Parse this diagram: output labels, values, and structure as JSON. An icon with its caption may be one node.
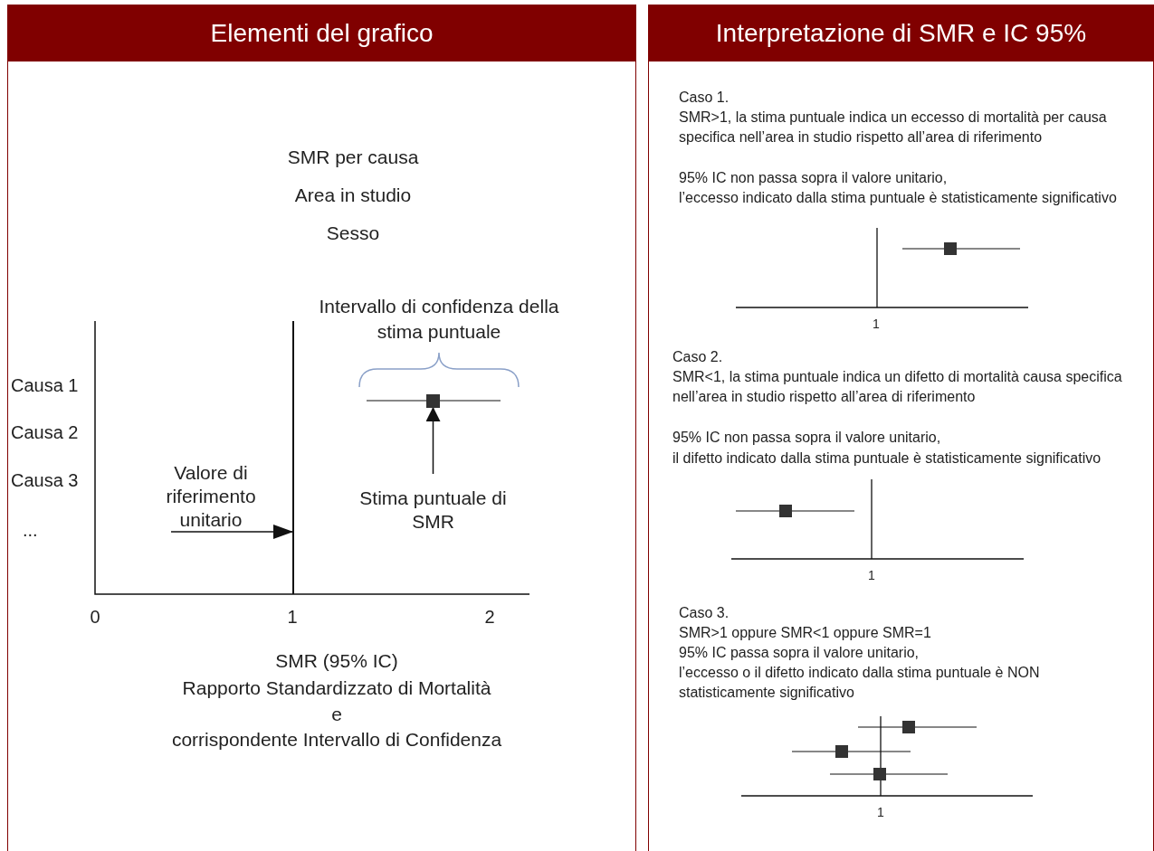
{
  "diagram": {
    "nodes": [
      {
        "text": [
          "Elementi del grafico"
        ]
      },
      {
        "text": [
          "Interpretazione di SMR e IC 95%"
        ]
      },
      {
        "text": [
          "Valore di riferimento unitario"
        ],
        "in": 0
      },
      {
        "text": [
          "Stima puntuale di SMR"
        ],
        "in": 0
      },
      {
        "text": [],
        "shape": "box",
        "in": 0
      },
      {
        "text": [],
        "shape": "line",
        "in": 0
      }
    ],
    "edges": [
      {
        "from": 2,
        "to": 5,
        "arrow": "to"
      },
      {
        "from": 3,
        "to": 4,
        "arrow": "to"
      }
    ],
    "labels": [
      "SMR per causa",
      "Area in studio",
      "Sesso",
      "Intervallo di confidenza della stima puntuale",
      "Causa 1",
      "Causa 2",
      "Causa 3",
      "...",
      "0",
      "1",
      "2",
      "SMR (95% IC)",
      "Rapporto Standardizzato di Mortalità",
      "e",
      "corrispondente Intervallo di Confidenza",
      "Caso 1.",
      "SMR>1, la stima puntuale indica un eccesso di mortalità per causa specifica nell’area in studio rispetto all’area di riferimento",
      "95% IC non passa sopra il valore unitario,",
      "l’eccesso indicato dalla stima puntuale è statisticamente significativo",
      "1",
      "Caso 2.",
      "SMR<1, la stima puntuale indica un difetto di mortalità causa specifica nell’area in studio rispetto all’area di riferimento",
      "95% IC non passa sopra il valore unitario,",
      "il difetto indicato dalla stima puntuale è statisticamente significativo",
      "1",
      "Caso 3.",
      "SMR>1 oppure SMR<1 oppure SMR=1",
      "95% IC passa sopra il valore unitario,",
      "l’eccesso o il difetto indicato dalla stima puntuale è NON statisticamente significativo",
      "1"
    ]
  }
}
